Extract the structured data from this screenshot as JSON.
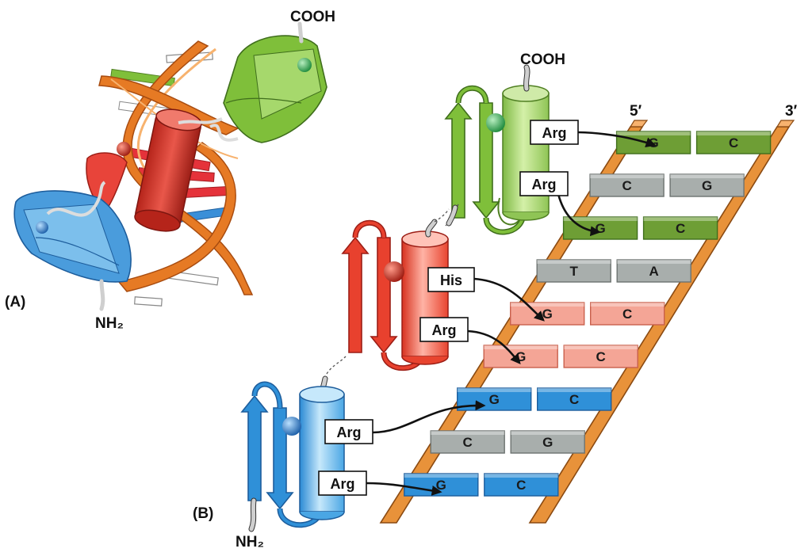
{
  "panel_a": {
    "label": "(A)",
    "top_terminus": "COOH",
    "bottom_terminus": "NH₂"
  },
  "panel_b": {
    "label": "(B)",
    "top_terminus": "COOH",
    "bottom_terminus": "NH₂",
    "strand_ends": {
      "left": "5′",
      "right": "3′"
    },
    "residue_labels": [
      "Arg",
      "Arg",
      "His",
      "Arg",
      "Arg",
      "Arg"
    ],
    "base_pairs": [
      {
        "left": "G",
        "right": "C",
        "color": "green"
      },
      {
        "left": "C",
        "right": "G",
        "color": "gray"
      },
      {
        "left": "G",
        "right": "C",
        "color": "green"
      },
      {
        "left": "T",
        "right": "A",
        "color": "gray"
      },
      {
        "left": "G",
        "right": "C",
        "color": "red"
      },
      {
        "left": "G",
        "right": "C",
        "color": "red"
      },
      {
        "left": "G",
        "right": "C",
        "color": "blue"
      },
      {
        "left": "C",
        "right": "G",
        "color": "gray"
      },
      {
        "left": "G",
        "right": "C",
        "color": "blue"
      }
    ]
  },
  "colors": {
    "green": "#6e9e35",
    "green_light": "#a8d46a",
    "red": "#e8412e",
    "red_pale": "#f4a596",
    "blue": "#2f90d8",
    "blue_light": "#7ec2ee",
    "gray": "#a8aeac",
    "backbone": "#e8923a"
  }
}
